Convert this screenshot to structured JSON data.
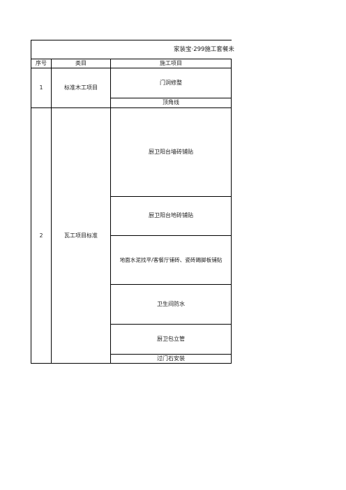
{
  "table": {
    "title": "家装宝·299施工套餐未",
    "headers": {
      "seq": "序号",
      "category": "类目",
      "item": "施工项目"
    },
    "rows": [
      {
        "seq": "1",
        "category": "标准木工项目",
        "items": [
          "门洞修整",
          "顶角线"
        ]
      },
      {
        "seq": "2",
        "category": "瓦工项目标准",
        "items": [
          "厨卫阳台墙砖铺贴",
          "厨卫阳台地砖铺贴",
          "地面水泥找平/客餐厅铺砖、瓷砖踢脚板铺贴",
          "卫生间防水",
          "厨卫包立管",
          "过门石安装"
        ]
      }
    ]
  }
}
